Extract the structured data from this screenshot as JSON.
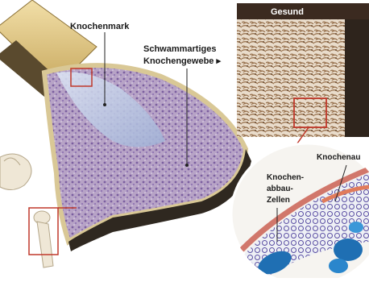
{
  "labels": {
    "bone_marrow": "Knochenmark",
    "spongy_line1": "Schwammartiges",
    "spongy_line2": "Knochengewebe ▸",
    "healthy": "Gesund",
    "resorbing_line1": "Knochen-",
    "resorbing_line2": "abbau-",
    "resorbing_line3": "Zellen",
    "building": "Knochenau"
  },
  "colors": {
    "bone_shaft": "#e2c98a",
    "spongy_tissue": "#a58fb8",
    "marrow": "#c9d4e8",
    "cortex_dark": "#3a3226",
    "inset_frame": "#c0392b",
    "cell_blue": "#1f6fb3",
    "header_bar": "#3b2a20"
  }
}
